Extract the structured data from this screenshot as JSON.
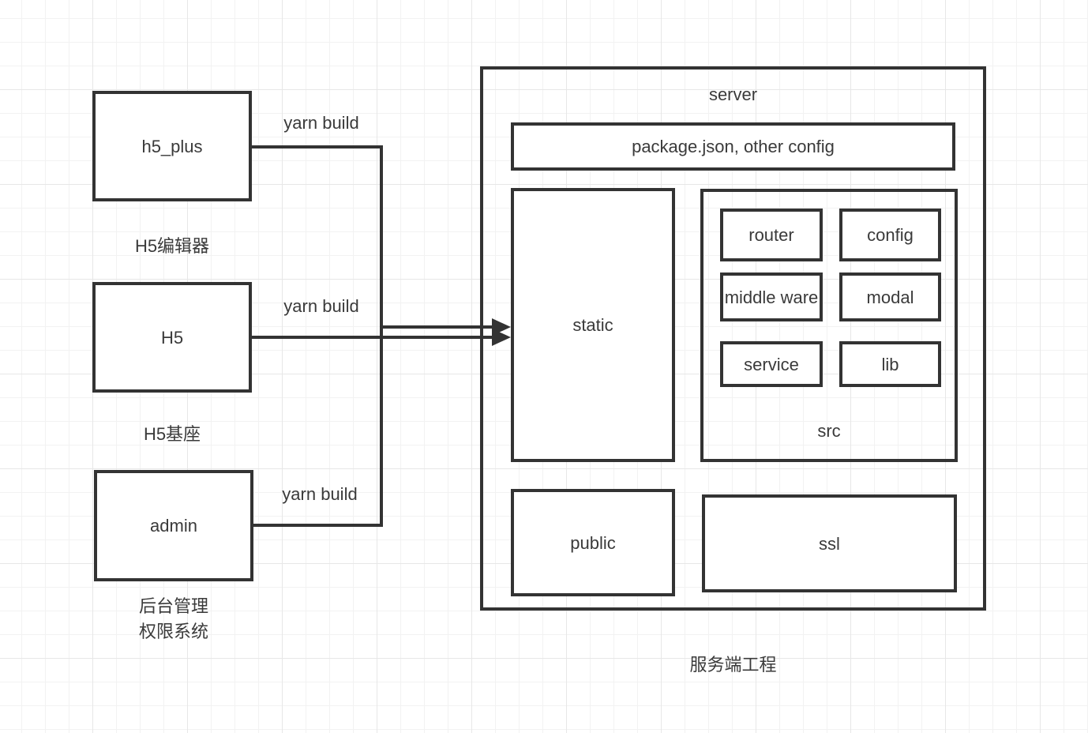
{
  "clients": [
    {
      "label": "h5_plus",
      "caption_lines": [
        "H5编辑器"
      ],
      "edge_label": "yarn build"
    },
    {
      "label": "H5",
      "caption_lines": [
        "H5基座"
      ],
      "edge_label": "yarn build"
    },
    {
      "label": "admin",
      "caption_lines": [
        "后台管理",
        "权限系统"
      ],
      "edge_label": "yarn build"
    }
  ],
  "server": {
    "title": "server",
    "caption": "服务端工程",
    "config_bar_label": "package.json, other config",
    "static_label": "static",
    "public_label": "public",
    "ssl_label": "ssl",
    "src": {
      "label": "src",
      "modules": [
        {
          "label": "router"
        },
        {
          "label": "config"
        },
        {
          "label": "middle ware"
        },
        {
          "label": "modal"
        },
        {
          "label": "service"
        },
        {
          "label": "lib"
        }
      ]
    }
  },
  "colors": {
    "line": "#333333",
    "text": "#3a3a3a",
    "background": "#ffffff",
    "grid_minor": "#f2f2f2",
    "grid_major": "#e7e7e7"
  }
}
